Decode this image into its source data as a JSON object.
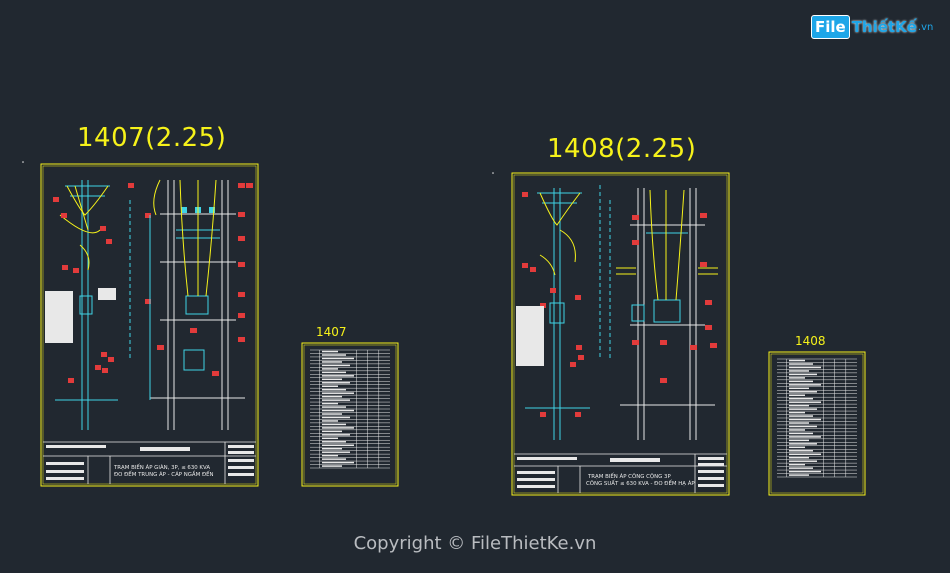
{
  "drawings": [
    {
      "title": "1407(2.25)",
      "caption_line1": "TRẠM BIẾN ÁP GIÀN, 3P, ≤ 630 KVA",
      "caption_line2": "ĐO ĐẾM TRUNG ÁP - CÁP NGẦM ĐẾN"
    },
    {
      "title": "1408(2.25)",
      "caption_line1": "TRẠM BIẾN ÁP CÔNG CỘNG 3P",
      "caption_line2": "CÔNG SUẤT ≤ 630 KVA - ĐO ĐẾM HẠ ÁP"
    }
  ],
  "tables": [
    {
      "title": "1407"
    },
    {
      "title": "1408"
    }
  ],
  "copyright": "Copyright © FileThietKe.vn",
  "logo": {
    "box": "File",
    "text": "ThiếtKế",
    "suffix": ".vn"
  },
  "colors": {
    "background": "#212830",
    "frame": "#f6f21a",
    "line_white": "#e8e8e8",
    "line_cyan": "#3fd3e6",
    "line_red": "#e23b3b",
    "line_yellow": "#f6f21a",
    "logo_blue": "#1ea6e8"
  }
}
